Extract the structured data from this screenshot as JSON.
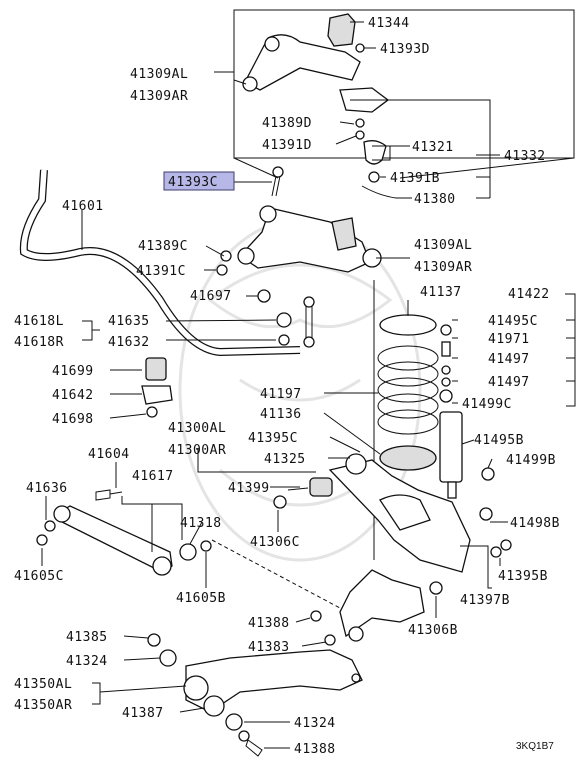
{
  "labels": {
    "p41344": "41344",
    "p41393D": "41393D",
    "p41309AL_top": "41309AL",
    "p41309AR_top": "41309AR",
    "p41389D": "41389D",
    "p41391D": "41391D",
    "p41321": "41321",
    "p41332": "41332",
    "p41391B": "41391B",
    "p41380": "41380",
    "p41393C": "41393C",
    "p41601": "41601",
    "p41389C": "41389C",
    "p41391C": "41391C",
    "p41309AL": "41309AL",
    "p41309AR": "41309AR",
    "p41697": "41697",
    "p41137": "41137",
    "p41422": "41422",
    "p41618L": "41618L",
    "p41618R": "41618R",
    "p41635": "41635",
    "p41632": "41632",
    "p41495C": "41495C",
    "p41971": "41971",
    "p41497a": "41497",
    "p41497b": "41497",
    "p41499C": "41499C",
    "p41699": "41699",
    "p41642": "41642",
    "p41698": "41698",
    "p41197": "41197",
    "p41136": "41136",
    "p41395C": "41395C",
    "p41300AL": "41300AL",
    "p41300AR": "41300AR",
    "p41325": "41325",
    "p41495B": "41495B",
    "p41499B": "41499B",
    "p41604": "41604",
    "p41617": "41617",
    "p41636": "41636",
    "p41399": "41399",
    "p41318": "41318",
    "p41306C": "41306C",
    "p41498B": "41498B",
    "p41605C": "41605C",
    "p41605B": "41605B",
    "p41395B": "41395B",
    "p41397B": "41397B",
    "p41388a": "41388",
    "p41383": "41383",
    "p41306B": "41306B",
    "p41385": "41385",
    "p41324a": "41324",
    "p41350AL": "41350AL",
    "p41350AR": "41350AR",
    "p41387": "41387",
    "p41324b": "41324",
    "p41388b": "41388",
    "figure_code": "3KQ1B7"
  },
  "highlight_color": "#b8b8e8"
}
